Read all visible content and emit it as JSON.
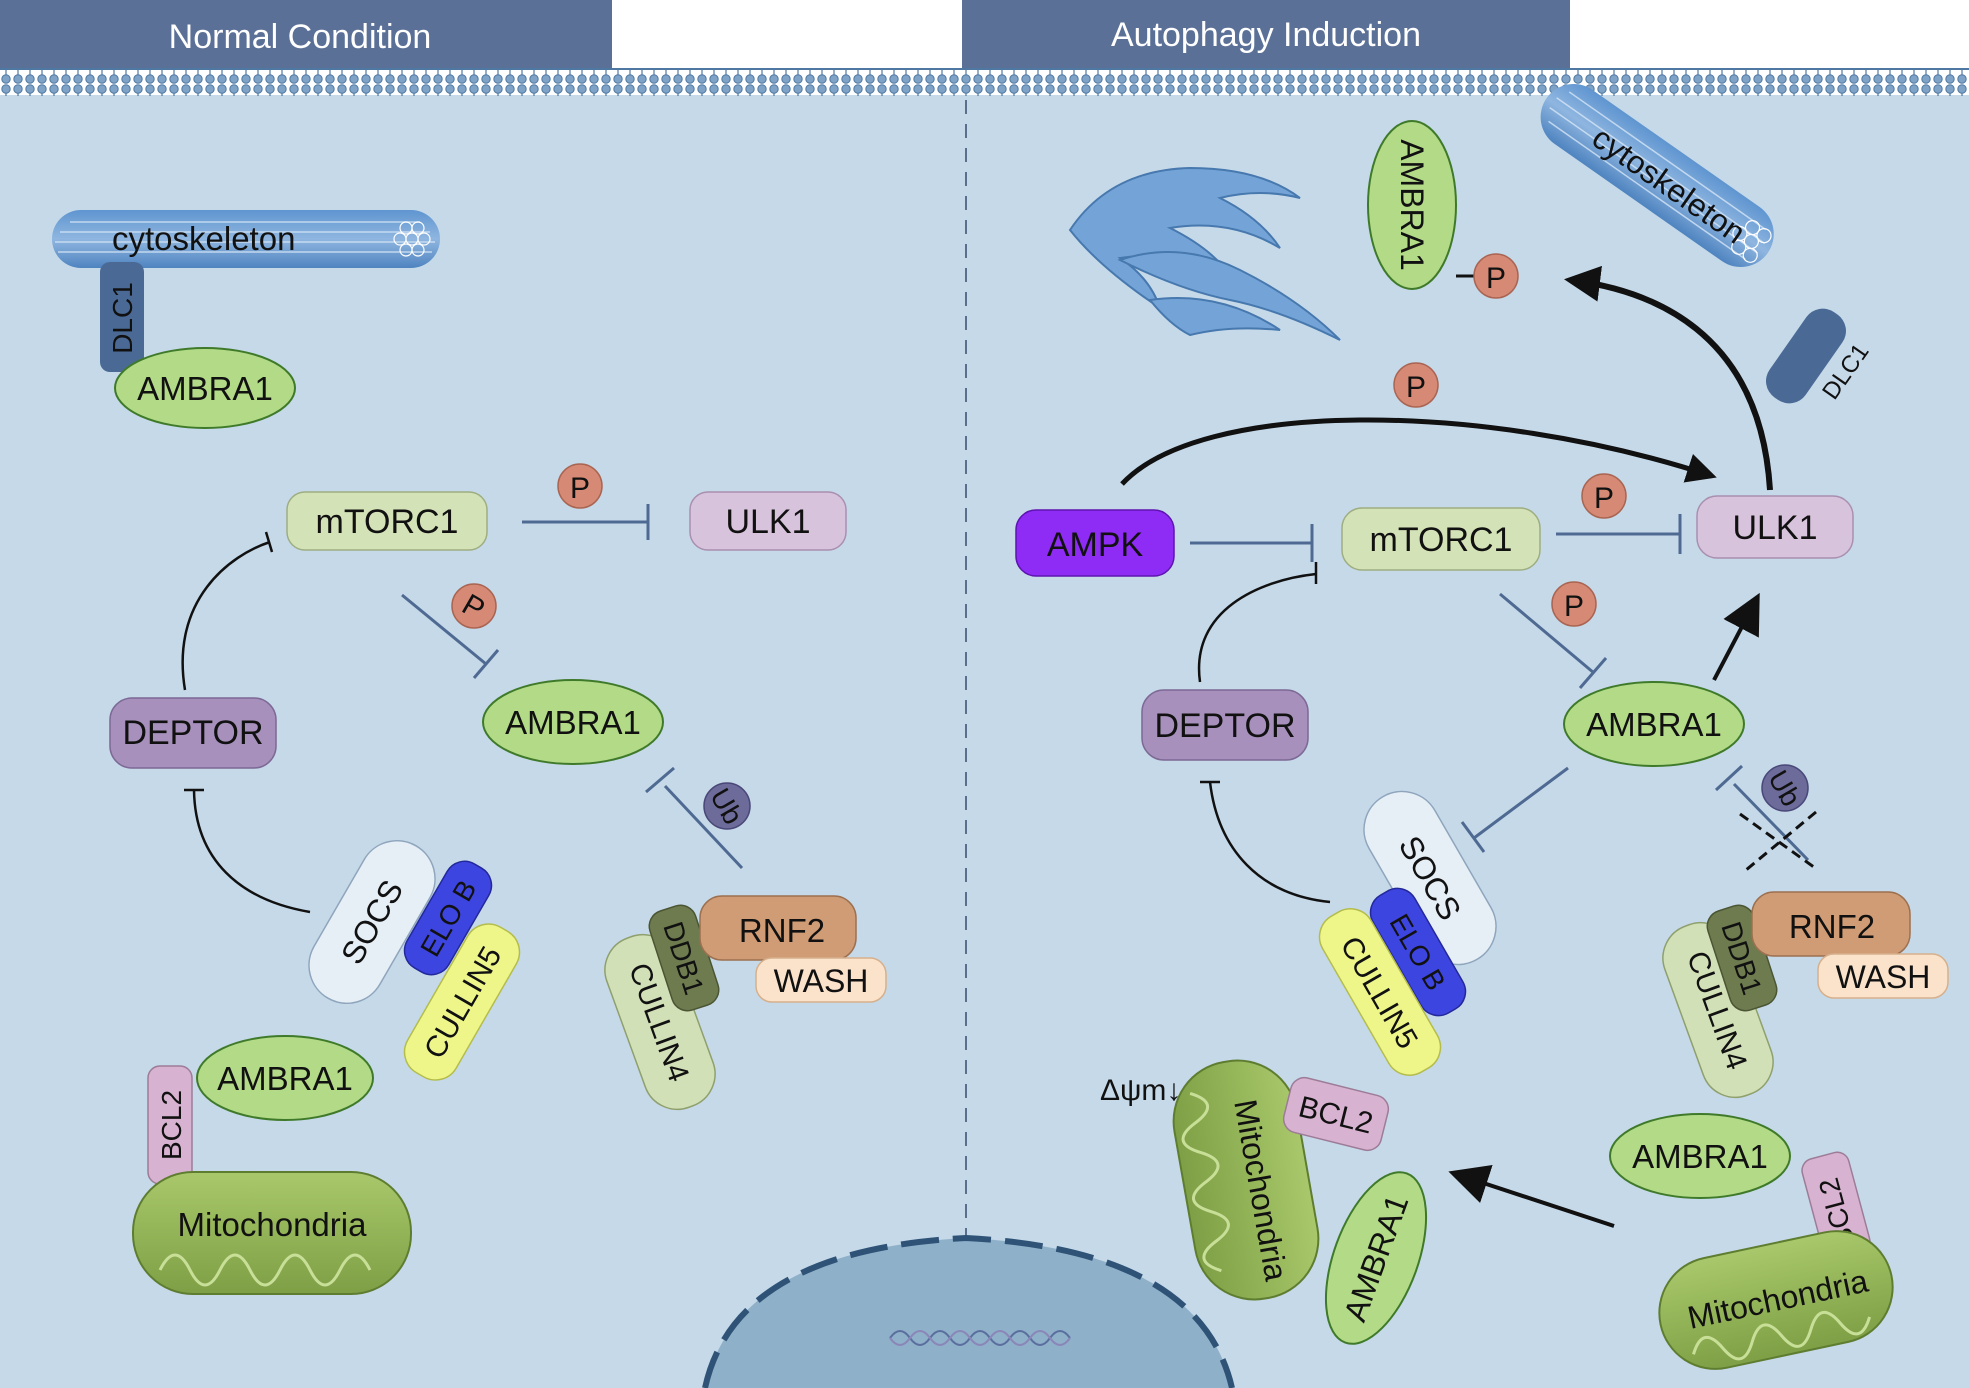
{
  "headers": {
    "left": "Normal Condition",
    "right": "Autophagy Induction"
  },
  "left": {
    "cytoskeleton": "cytoskeleton",
    "dlc1": "DLC1",
    "ambra1_cyto": "AMBRA1",
    "mtorc1": "mTORC1",
    "ulk1": "ULK1",
    "p1": "P",
    "p2": "P",
    "ambra1_center": "AMBRA1",
    "deptor": "DEPTOR",
    "ub": "Ub",
    "socs": "SOCS",
    "elob": "ELO B",
    "cullin5": "CULLIN5",
    "ddb1": "DDB1",
    "rnf2": "RNF2",
    "wash": "WASH",
    "cullin4": "CULLIN4",
    "ambra1_mito": "AMBRA1",
    "bcl2": "BCL2",
    "mitochondria": "Mitochondria"
  },
  "right": {
    "ambra1_er": "AMBRA1",
    "p_er": "P",
    "cytoskeleton": "cytoskeleton",
    "dlc1": "DLC1",
    "p_top": "P",
    "ampk": "AMPK",
    "mtorc1": "mTORC1",
    "p_ulk": "P",
    "ulk1": "ULK1",
    "p_ambra": "P",
    "ambra1_center": "AMBRA1",
    "deptor": "DEPTOR",
    "ub": "Ub",
    "socs": "SOCS",
    "elob": "ELO B",
    "cullin5": "CULLIN5",
    "rnf2": "RNF2",
    "ddb1": "DDB1",
    "wash": "WASH",
    "cullin4": "CULLIN4",
    "delta_psi": "Δψm↓",
    "mitochondria_damaged": "Mitochondria",
    "bcl2_damaged": "BCL2",
    "ambra1_damaged": "AMBRA1",
    "ambra1_mito": "AMBRA1",
    "bcl2": "BCL2",
    "mitochondria": "Mitochondria"
  },
  "colors": {
    "cell_bg": "#c5d9e9",
    "header": "#5b7097",
    "ambra1": "#b3da87",
    "mtorc1": "#d4e2b7",
    "ulk1": "#d8c3dc",
    "deptor": "#a791bc",
    "phospho": "#d68a75",
    "ubiquitin": "#6d6b9a",
    "socs": "#e6eef6",
    "elob": "#3d45e0",
    "cullin5": "#eef68a",
    "ddb1": "#6d7b4f",
    "rnf2": "#cf9c75",
    "wash": "#fbe3cb",
    "cullin4": "#d2e0b8",
    "bcl2": "#d8b3d1",
    "mitochondria": "#9bbb5c",
    "ampk": "#8e2bf5",
    "nucleus": "#8fb0c9",
    "inhibit_line": "#4f6a92"
  }
}
